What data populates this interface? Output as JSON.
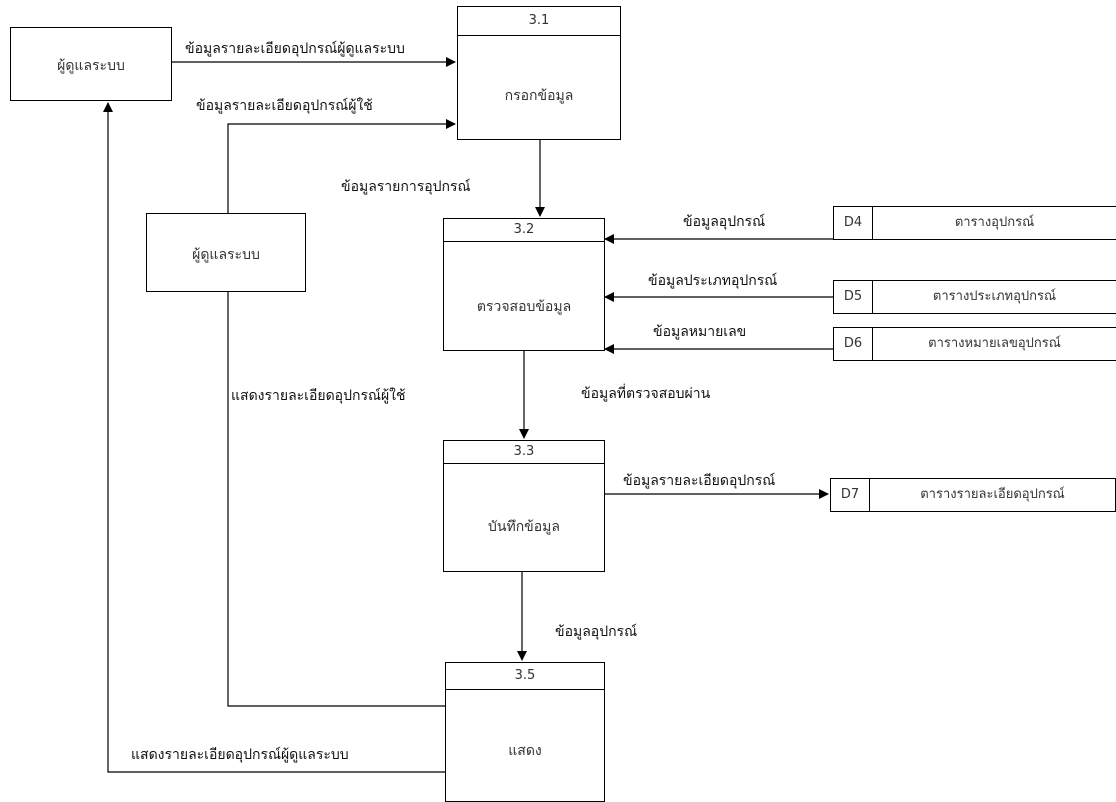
{
  "entities": {
    "admin_top": "ผู้ดูแลระบบ",
    "admin_mid": "ผู้ดูแลระบบ"
  },
  "processes": {
    "p31": {
      "num": "3.1",
      "name": "กรอกข้อมูล"
    },
    "p32": {
      "num": "3.2",
      "name": "ตรวจสอบข้อมูล"
    },
    "p33": {
      "num": "3.3",
      "name": "บันทึกข้อมูล"
    },
    "p35": {
      "num": "3.5",
      "name": "แสดง"
    }
  },
  "stores": {
    "d4": {
      "id": "D4",
      "name": "ตารางอุปกรณ์"
    },
    "d5": {
      "id": "D5",
      "name": "ตารางประเภทอุปกรณ์"
    },
    "d6": {
      "id": "D6",
      "name": "ตารางหมายเลขอุปกรณ์"
    },
    "d7": {
      "id": "D7",
      "name": "ตารางรายละเอียดอุปกรณ์"
    }
  },
  "flows": {
    "f_admin_to_31": "ข้อมูลรายละเอียดอุปกรณ์ผู้ดูแลระบบ",
    "f_user_to_31": "ข้อมูลรายละเอียดอุปกรณ์ผู้ใช้",
    "f_31_to_32": "ข้อมูลรายการอุปกรณ์",
    "f_d4_to_32": "ข้อมูลอุปกรณ์",
    "f_d5_to_32": "ข้อมูลประเภทอุปกรณ์",
    "f_d6_to_32": "ข้อมูลหมายเลข",
    "f_32_to_33": "ข้อมูลที่ตรวจสอบผ่าน",
    "f_33_to_d7": "ข้อมูลรายละเอียดอุปกรณ์",
    "f_33_to_35": "ข้อมูลอุปกรณ์",
    "f_35_to_user": "แสดงรายละเอียดอุปกรณ์ผู้ใช้",
    "f_35_to_admin": "แสดงรายละเอียดอุปกรณ์ผู้ดูแลระบบ"
  }
}
